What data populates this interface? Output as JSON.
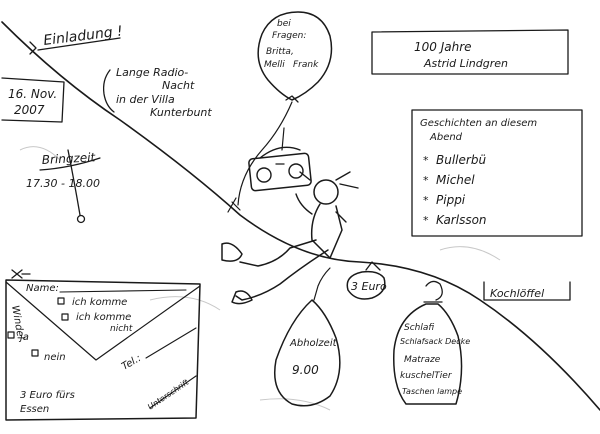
{
  "invitation": {
    "title": "Einladung !",
    "date_line1": "16. Nov.",
    "date_line2": "2007",
    "event_line1": "Lange Radio-",
    "event_line2": "Nacht",
    "event_line3": "in der Villa",
    "event_line4": "Kunterbunt",
    "bring_label": "Bringzeit",
    "bring_time": "17.30 - 18.00",
    "anniversary_line1": "100 Jahre",
    "anniversary_line2": "Astrid Lindgren"
  },
  "balloon_questions": {
    "line1": "bei",
    "line2": "Fragen:",
    "line3": "Britta,",
    "line4": "Melli",
    "line5": "Frank"
  },
  "stories": {
    "title_line1": "Geschichten an diesem",
    "title_line2": "Abend",
    "items": [
      "Bullerbü",
      "Michel",
      "Pippi",
      "Karlsson"
    ]
  },
  "fee_bag": "3 Euro",
  "spoons_tag": "Kochlöffel",
  "pickup": {
    "label": "Abholzeit",
    "time": "9.00"
  },
  "packing_list": [
    "Schlafi",
    "Schlafsack Decke",
    "Matraze",
    "kuschelTier",
    "Taschen lampe"
  ],
  "reply_form": {
    "name_label": "Name:",
    "option_yes": "ich komme",
    "option_no_line1": "ich komme",
    "option_no_line2": "nicht",
    "diaper_label": "Windel",
    "diaper_yes": "ja",
    "diaper_no": "nein",
    "phone_label": "Tel.:",
    "signature_label": "Unterschrift",
    "food_line1": "3 Euro fürs",
    "food_line2": "Essen"
  }
}
